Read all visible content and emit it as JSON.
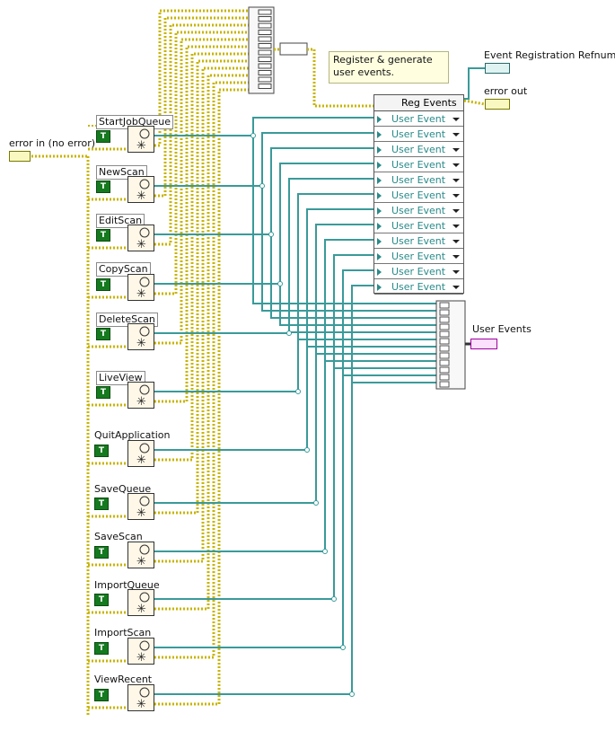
{
  "error_in_label": "error in (no error)",
  "error_out_label": "error out",
  "event_reg_refnum_label": "Event Registration Refnum",
  "user_events_label": "User Events",
  "comment_text": "Register & generate user events.",
  "reg_events": {
    "title": "Reg Events",
    "rows": [
      "User Event",
      "User Event",
      "User Event",
      "User Event",
      "User Event",
      "User Event",
      "User Event",
      "User Event",
      "User Event",
      "User Event",
      "User Event",
      "User Event"
    ]
  },
  "event_names": [
    "StartJobQueue",
    "NewScan",
    "EditScan",
    "CopyScan",
    "DeleteScan",
    "LiveView",
    "QuitApplication",
    "SaveQueue",
    "SaveScan",
    "ImportQueue",
    "ImportScan",
    "ViewRecent"
  ],
  "bool_constant_text": "T",
  "colors": {
    "error_wire": "#c8b400",
    "event_wire": "#3a9a9a",
    "bool_constant": "#157a1f",
    "user_events_terminal": "#e01ae0"
  }
}
